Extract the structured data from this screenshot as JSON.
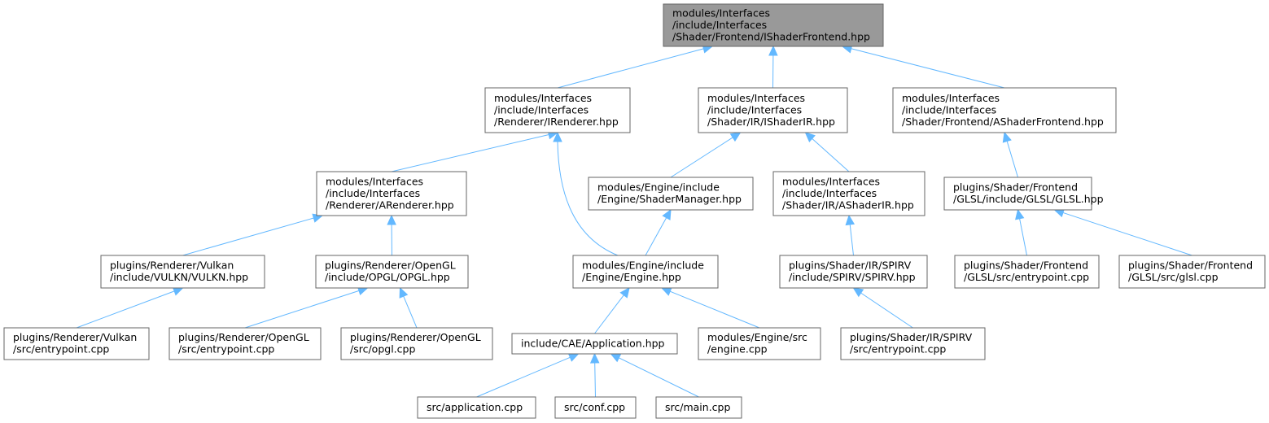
{
  "graph": {
    "nodes": [
      {
        "id": "ishaderfrontend",
        "lines": [
          "modules/Interfaces",
          "/include/Interfaces",
          "/Shader/Frontend/IShaderFrontend.hpp"
        ],
        "highlight": true
      },
      {
        "id": "irenderer",
        "lines": [
          "modules/Interfaces",
          "/include/Interfaces",
          "/Renderer/IRenderer.hpp"
        ]
      },
      {
        "id": "ishaderir",
        "lines": [
          "modules/Interfaces",
          "/include/Interfaces",
          "/Shader/IR/IShaderIR.hpp"
        ]
      },
      {
        "id": "ashaderfrontend",
        "lines": [
          "modules/Interfaces",
          "/include/Interfaces",
          "/Shader/Frontend/AShaderFrontend.hpp"
        ]
      },
      {
        "id": "arenderer",
        "lines": [
          "modules/Interfaces",
          "/include/Interfaces",
          "/Renderer/ARenderer.hpp"
        ]
      },
      {
        "id": "shadermanager",
        "lines": [
          "modules/Engine/include",
          "/Engine/ShaderManager.hpp"
        ]
      },
      {
        "id": "ashaderir",
        "lines": [
          "modules/Interfaces",
          "/include/Interfaces",
          "/Shader/IR/AShaderIR.hpp"
        ]
      },
      {
        "id": "glsl_hpp",
        "lines": [
          "plugins/Shader/Frontend",
          "/GLSL/include/GLSL/GLSL.hpp"
        ]
      },
      {
        "id": "vulkn_hpp",
        "lines": [
          "plugins/Renderer/Vulkan",
          "/include/VULKN/VULKN.hpp"
        ]
      },
      {
        "id": "opgl_hpp",
        "lines": [
          "plugins/Renderer/OpenGL",
          "/include/OPGL/OPGL.hpp"
        ]
      },
      {
        "id": "engine_hpp",
        "lines": [
          "modules/Engine/include",
          "/Engine/Engine.hpp"
        ]
      },
      {
        "id": "spirv_hpp",
        "lines": [
          "plugins/Shader/IR/SPIRV",
          "/include/SPIRV/SPIRV.hpp"
        ]
      },
      {
        "id": "glsl_entry",
        "lines": [
          "plugins/Shader/Frontend",
          "/GLSL/src/entrypoint.cpp"
        ]
      },
      {
        "id": "glsl_cpp",
        "lines": [
          "plugins/Shader/Frontend",
          "/GLSL/src/glsl.cpp"
        ]
      },
      {
        "id": "vulkan_entry",
        "lines": [
          "plugins/Renderer/Vulkan",
          "/src/entrypoint.cpp"
        ]
      },
      {
        "id": "opengl_entry",
        "lines": [
          "plugins/Renderer/OpenGL",
          "/src/entrypoint.cpp"
        ]
      },
      {
        "id": "opgl_cpp",
        "lines": [
          "plugins/Renderer/OpenGL",
          "/src/opgl.cpp"
        ]
      },
      {
        "id": "application_hpp",
        "lines": [
          "include/CAE/Application.hpp"
        ]
      },
      {
        "id": "engine_cpp",
        "lines": [
          "modules/Engine/src",
          "/engine.cpp"
        ]
      },
      {
        "id": "spirv_entry",
        "lines": [
          "plugins/Shader/IR/SPIRV",
          "/src/entrypoint.cpp"
        ]
      },
      {
        "id": "application_cpp",
        "lines": [
          "src/application.cpp"
        ]
      },
      {
        "id": "conf_cpp",
        "lines": [
          "src/conf.cpp"
        ]
      },
      {
        "id": "main_cpp",
        "lines": [
          "src/main.cpp"
        ]
      }
    ],
    "edges": [
      {
        "from": "irenderer",
        "to": "ishaderfrontend"
      },
      {
        "from": "ishaderir",
        "to": "ishaderfrontend"
      },
      {
        "from": "ashaderfrontend",
        "to": "ishaderfrontend"
      },
      {
        "from": "arenderer",
        "to": "irenderer"
      },
      {
        "from": "engine_hpp",
        "to": "irenderer"
      },
      {
        "from": "shadermanager",
        "to": "ishaderir"
      },
      {
        "from": "ashaderir",
        "to": "ishaderir"
      },
      {
        "from": "glsl_hpp",
        "to": "ashaderfrontend"
      },
      {
        "from": "vulkn_hpp",
        "to": "arenderer"
      },
      {
        "from": "opgl_hpp",
        "to": "arenderer"
      },
      {
        "from": "engine_hpp",
        "to": "shadermanager"
      },
      {
        "from": "spirv_hpp",
        "to": "ashaderir"
      },
      {
        "from": "glsl_entry",
        "to": "glsl_hpp"
      },
      {
        "from": "glsl_cpp",
        "to": "glsl_hpp"
      },
      {
        "from": "vulkan_entry",
        "to": "vulkn_hpp"
      },
      {
        "from": "opengl_entry",
        "to": "opgl_hpp"
      },
      {
        "from": "opgl_cpp",
        "to": "opgl_hpp"
      },
      {
        "from": "application_hpp",
        "to": "engine_hpp"
      },
      {
        "from": "engine_cpp",
        "to": "engine_hpp"
      },
      {
        "from": "spirv_entry",
        "to": "spirv_hpp"
      },
      {
        "from": "application_cpp",
        "to": "application_hpp"
      },
      {
        "from": "conf_cpp",
        "to": "application_hpp"
      },
      {
        "from": "main_cpp",
        "to": "application_hpp"
      }
    ]
  },
  "colors": {
    "edge": "#63b8ff",
    "node_border": "#666666",
    "root_fill": "#999999",
    "node_fill": "#ffffff"
  }
}
